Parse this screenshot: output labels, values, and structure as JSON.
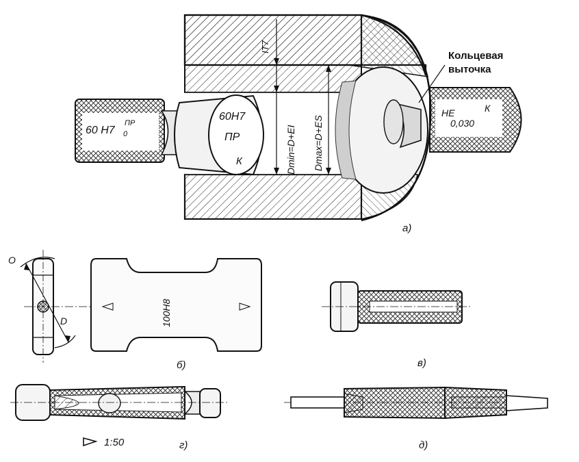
{
  "figure": {
    "annotation_ring_groove": [
      "Кольцевая",
      "выточка"
    ],
    "part_a": {
      "caption": "а)",
      "left_handle_text": "60 H7",
      "left_handle_sup": "ПР",
      "left_handle_sub": "0",
      "go_plug_lines": [
        "60H7",
        "ПР",
        "К"
      ],
      "right_handle_lines": [
        "НЕ",
        "0,030",
        "К"
      ],
      "tolerance_label": "IT7",
      "dim_min": "Dmin=D+EI",
      "dim_max": "Dmax=D+ES"
    },
    "part_b": {
      "caption": "б)",
      "plate_label": "100H8",
      "dim_o": "O",
      "dim_d": "D"
    },
    "part_v": {
      "caption": "в)"
    },
    "part_g": {
      "caption": "г)",
      "taper": "1:50"
    },
    "part_d": {
      "caption": "д)"
    }
  }
}
